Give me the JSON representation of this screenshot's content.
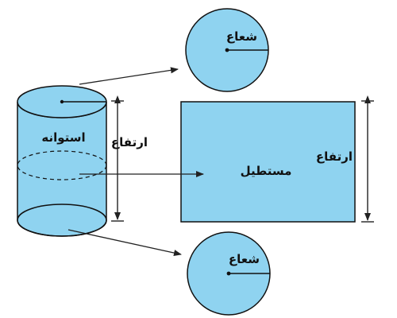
{
  "labels": {
    "cylinder": "استوانه",
    "height_cylinder": "ارتفاع",
    "rectangle": "مستطیل",
    "height_rectangle": "ارتفاع",
    "radius_top": "شعاع",
    "radius_bottom": "شعاع"
  },
  "colors": {
    "fill": "#8fd3f0",
    "stroke": "#111111",
    "arrow": "#222222"
  }
}
